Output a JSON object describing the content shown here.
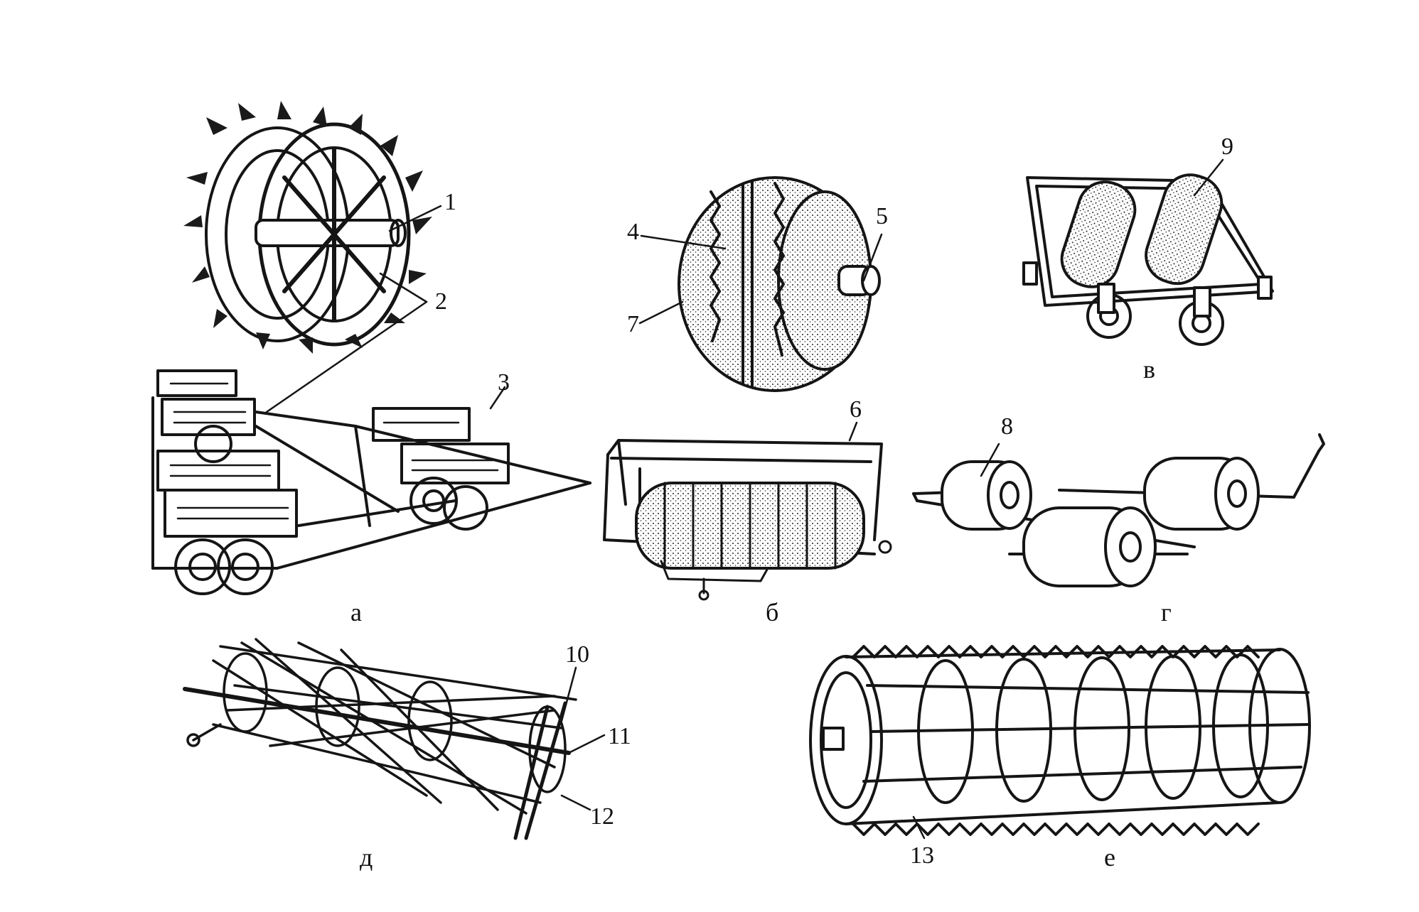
{
  "figure": {
    "captions": {
      "a": "а",
      "b": "б",
      "v": "в",
      "g": "г",
      "d": "д",
      "e": "е"
    },
    "callouts": [
      "1",
      "2",
      "3",
      "4",
      "5",
      "6",
      "7",
      "8",
      "9",
      "10",
      "11",
      "12",
      "13"
    ]
  }
}
